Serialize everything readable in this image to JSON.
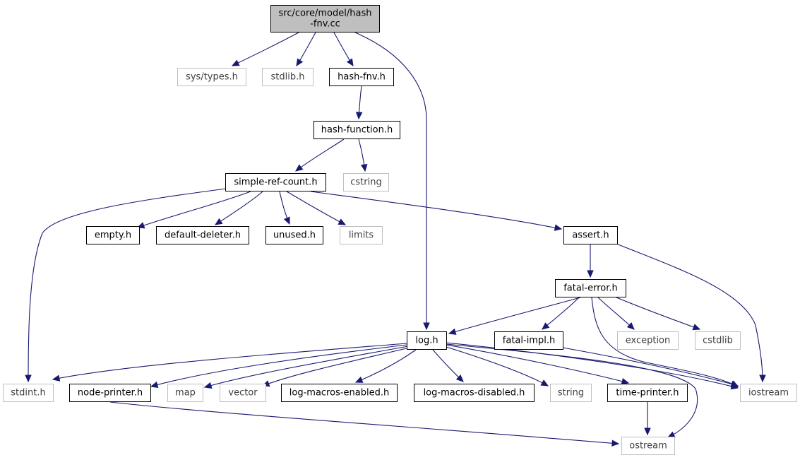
{
  "colors": {
    "edge": "#191970",
    "local_border": "#000000",
    "local_fill": "#ffffff",
    "external_border": "#bfbfbf",
    "external_fill": "#ffffff",
    "external_text": "#404040",
    "root_fill": "#bfbfbf",
    "text": "#000000"
  },
  "nodes": [
    {
      "id": "root",
      "lines": [
        "src/core/model/hash",
        "-fnv.cc"
      ],
      "kind": "root"
    },
    {
      "id": "systypes",
      "lines": [
        "sys/types.h"
      ],
      "kind": "external"
    },
    {
      "id": "stdlib",
      "lines": [
        "stdlib.h"
      ],
      "kind": "external"
    },
    {
      "id": "hashfnv",
      "lines": [
        "hash-fnv.h"
      ],
      "kind": "local"
    },
    {
      "id": "hashfunction",
      "lines": [
        "hash-function.h"
      ],
      "kind": "local"
    },
    {
      "id": "cstring",
      "lines": [
        "cstring"
      ],
      "kind": "external"
    },
    {
      "id": "simplerefcount",
      "lines": [
        "simple-ref-count.h"
      ],
      "kind": "local"
    },
    {
      "id": "empty",
      "lines": [
        "empty.h"
      ],
      "kind": "local"
    },
    {
      "id": "defaultdeleter",
      "lines": [
        "default-deleter.h"
      ],
      "kind": "local"
    },
    {
      "id": "unused",
      "lines": [
        "unused.h"
      ],
      "kind": "local"
    },
    {
      "id": "limits",
      "lines": [
        "limits"
      ],
      "kind": "external"
    },
    {
      "id": "assert",
      "lines": [
        "assert.h"
      ],
      "kind": "local"
    },
    {
      "id": "fatalerror",
      "lines": [
        "fatal-error.h"
      ],
      "kind": "local"
    },
    {
      "id": "log",
      "lines": [
        "log.h"
      ],
      "kind": "local"
    },
    {
      "id": "fatalimpl",
      "lines": [
        "fatal-impl.h"
      ],
      "kind": "local"
    },
    {
      "id": "exception",
      "lines": [
        "exception"
      ],
      "kind": "external"
    },
    {
      "id": "cstdlib",
      "lines": [
        "cstdlib"
      ],
      "kind": "external"
    },
    {
      "id": "stdint",
      "lines": [
        "stdint.h"
      ],
      "kind": "external"
    },
    {
      "id": "nodeprinter",
      "lines": [
        "node-printer.h"
      ],
      "kind": "local"
    },
    {
      "id": "map",
      "lines": [
        "map"
      ],
      "kind": "external"
    },
    {
      "id": "vector",
      "lines": [
        "vector"
      ],
      "kind": "external"
    },
    {
      "id": "logmacrosenabled",
      "lines": [
        "log-macros-enabled.h"
      ],
      "kind": "local"
    },
    {
      "id": "logmacrosdisabled",
      "lines": [
        "log-macros-disabled.h"
      ],
      "kind": "local"
    },
    {
      "id": "string",
      "lines": [
        "string"
      ],
      "kind": "external"
    },
    {
      "id": "timeprinter",
      "lines": [
        "time-printer.h"
      ],
      "kind": "local"
    },
    {
      "id": "iostream",
      "lines": [
        "iostream"
      ],
      "kind": "external"
    },
    {
      "id": "ostream",
      "lines": [
        "ostream"
      ],
      "kind": "external"
    }
  ],
  "edges": [
    [
      "root",
      "systypes"
    ],
    [
      "root",
      "stdlib"
    ],
    [
      "root",
      "hashfnv"
    ],
    [
      "root",
      "log"
    ],
    [
      "hashfnv",
      "hashfunction"
    ],
    [
      "hashfunction",
      "simplerefcount"
    ],
    [
      "hashfunction",
      "cstring"
    ],
    [
      "simplerefcount",
      "empty"
    ],
    [
      "simplerefcount",
      "defaultdeleter"
    ],
    [
      "simplerefcount",
      "unused"
    ],
    [
      "simplerefcount",
      "limits"
    ],
    [
      "simplerefcount",
      "assert"
    ],
    [
      "simplerefcount",
      "stdint"
    ],
    [
      "assert",
      "fatalerror"
    ],
    [
      "assert",
      "iostream"
    ],
    [
      "fatalerror",
      "log"
    ],
    [
      "fatalerror",
      "fatalimpl"
    ],
    [
      "fatalerror",
      "exception"
    ],
    [
      "fatalerror",
      "cstdlib"
    ],
    [
      "fatalerror",
      "iostream"
    ],
    [
      "fatalimpl",
      "iostream"
    ],
    [
      "log",
      "stdint"
    ],
    [
      "log",
      "nodeprinter"
    ],
    [
      "log",
      "map"
    ],
    [
      "log",
      "vector"
    ],
    [
      "log",
      "logmacrosenabled"
    ],
    [
      "log",
      "logmacrosdisabled"
    ],
    [
      "log",
      "string"
    ],
    [
      "log",
      "timeprinter"
    ],
    [
      "log",
      "iostream"
    ],
    [
      "log",
      "ostream"
    ],
    [
      "nodeprinter",
      "ostream"
    ],
    [
      "timeprinter",
      "ostream"
    ]
  ]
}
